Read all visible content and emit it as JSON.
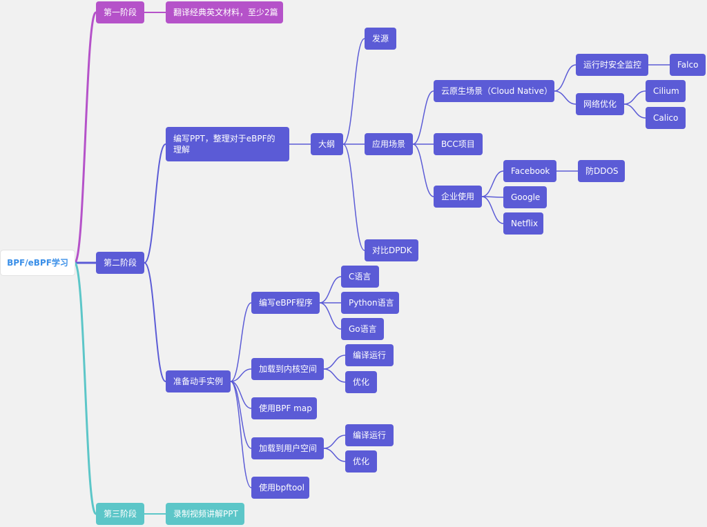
{
  "colors": {
    "purple": "#b552c9",
    "blue": "#5b5bd6",
    "teal": "#5cc6c8",
    "root_text": "#3a8fe8",
    "background": "#f1f1f1"
  },
  "mindmap": {
    "root": "BPF/eBPF学习",
    "stage1": {
      "label": "第一阶段",
      "task": "翻译经典英文材料，至少2篇"
    },
    "stage2": {
      "label": "第二阶段",
      "ppt": "编写PPT，整理对于eBPF的理解",
      "outline": "大纲",
      "origin": "发源",
      "scenarios": "应用场景",
      "cloud_native": "云原生场景（Cloud Native）",
      "runtime_security": "运行时安全监控",
      "falco": "Falco",
      "network_opt": "网络优化",
      "cilium": "Cilium",
      "calico": "Calico",
      "bcc": "BCC项目",
      "enterprise": "企业使用",
      "facebook": "Facebook",
      "anti_ddos": "防DDOS",
      "google": "Google",
      "netflix": "Netflix",
      "compare_dpdk": "对比DPDK",
      "hands_on": "准备动手实例",
      "write_prog": "编写eBPF程序",
      "lang_c": "C语言",
      "lang_python": "Python语言",
      "lang_go": "Go语言",
      "load_kernel": "加载到内核空间",
      "kernel_compile": "编译运行",
      "kernel_opt": "优化",
      "use_map": "使用BPF map",
      "load_user": "加载到用户空间",
      "user_compile": "编译运行",
      "user_opt": "优化",
      "use_bpftool": "使用bpftool"
    },
    "stage3": {
      "label": "第三阶段",
      "task": "录制视频讲解PPT"
    }
  }
}
